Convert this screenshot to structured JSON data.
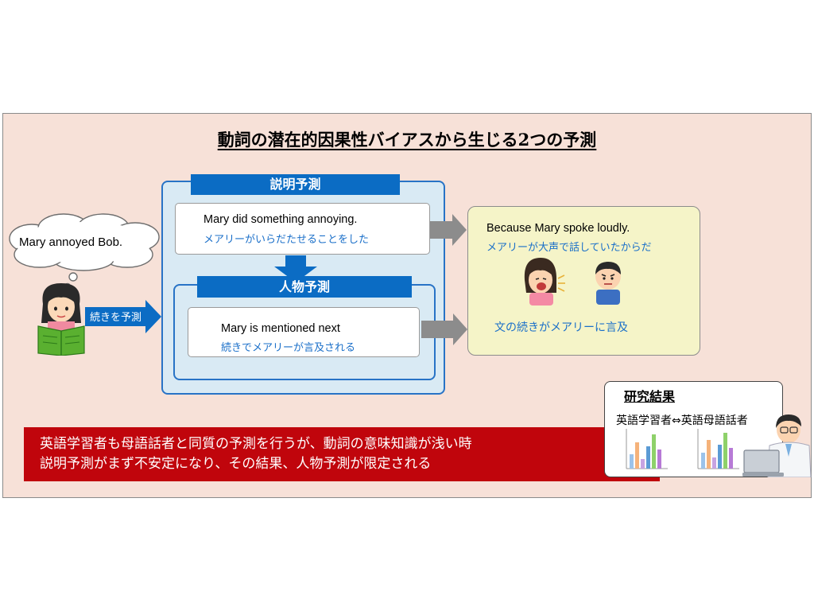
{
  "title": "動詞の潜在的因果性バイアスから生じる2つの予測",
  "speech_bubble": "Mary annoyed Bob.",
  "continue_label": "続きを予測",
  "explanation": {
    "header": "説明予測",
    "text_en": "Mary did something annoying.",
    "text_jp": "メアリーがいらだたせることをした"
  },
  "reference": {
    "header": "人物予測",
    "text_en": "Mary is mentioned next",
    "text_jp": "続きでメアリーが言及される"
  },
  "result": {
    "text_en": "Because Mary spoke loudly.",
    "text_jp": "メアリーが大声で話していたからだ",
    "caption": "文の続きがメアリーに言及"
  },
  "conclusion": {
    "line1": "英語学習者も母語話者と同質の予測を行うが、動詞の意味知識が浅い時",
    "line2": "説明予測がまず不安定になり、その結果、人物予測が限定される"
  },
  "findings": {
    "title": "研究結果",
    "subtitle": "英語学習者⇔英語母語話者"
  },
  "colors": {
    "panel_bg": "#f7e1d8",
    "blue_header": "#0b6cc4",
    "blue_box_bg": "#d9eaf4",
    "result_bg": "#f5f4c8",
    "red_box": "#c0050c",
    "arrow_gray": "#8c8c8c"
  }
}
